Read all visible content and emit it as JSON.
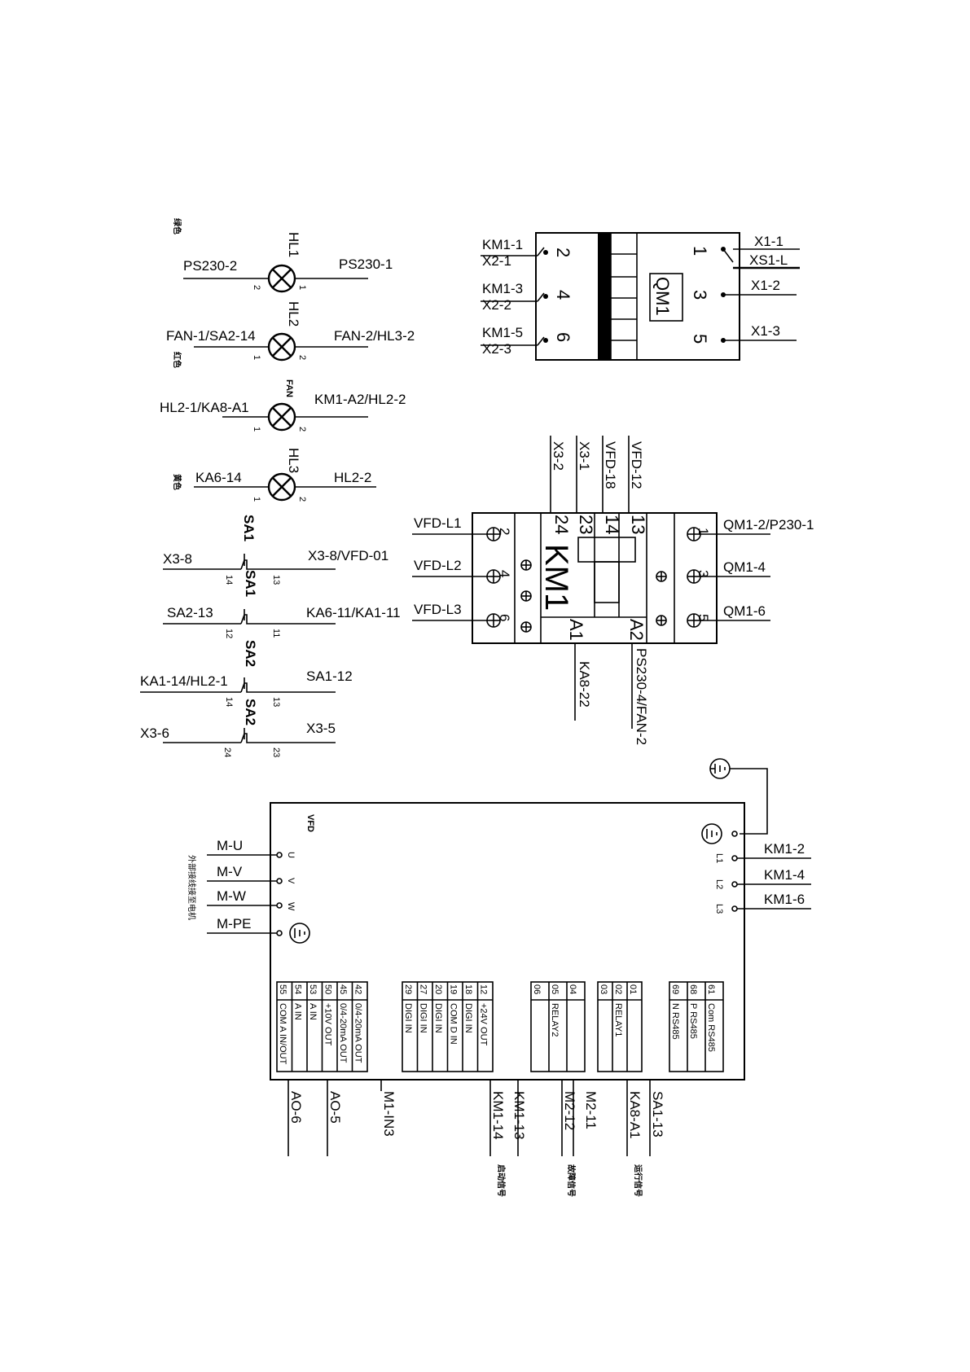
{
  "lamps": {
    "hl1": {
      "name": "HL1",
      "left": "PS230-2",
      "right": "PS230-1",
      "pin_l": "2",
      "pin_r": "1",
      "side": "绿色"
    },
    "hl2": {
      "name": "HL2",
      "left": "FAN-1/SA2-14",
      "right": "FAN-2/HL3-2",
      "pin_l": "1",
      "pin_r": "2",
      "side": "红色"
    },
    "fan": {
      "name": "FAN",
      "left": "HL2-1/KA8-A1",
      "right": "KM1-A2/HL2-2",
      "pin_l": "1",
      "pin_r": "2"
    },
    "hl3": {
      "name": "HL3",
      "left": "KA6-14",
      "right": "HL2-2",
      "pin_l": "1",
      "pin_r": "2",
      "side": "黄色"
    }
  },
  "switches": {
    "sa1_title": "SA1",
    "sa1a": {
      "name": "SA1",
      "left": "X3-8",
      "right": "X3-8/VFD-01",
      "pin_l": "14",
      "pin_r": "13"
    },
    "sa1b": {
      "name": "SA1",
      "left": "SA2-13",
      "right": "KA6-11/KA1-11",
      "pin_l": "12",
      "pin_r": "11"
    },
    "sa2_title": "SA2",
    "sa2a": {
      "name": "SA2",
      "left": "KA1-14/HL2-1",
      "right": "SA1-12",
      "pin_l": "14",
      "pin_r": "13"
    },
    "sa2b": {
      "name": "SA2",
      "left": "X3-6",
      "right": "X3-5",
      "pin_l": "24",
      "pin_r": "23"
    }
  },
  "qm1": {
    "name": "QM1",
    "left_pins": [
      "2",
      "4",
      "6"
    ],
    "right_pins": [
      "1",
      "3",
      "5"
    ],
    "left_labels": [
      [
        "KM1-1",
        "X2-1"
      ],
      [
        "KM1-3",
        "X2-2"
      ],
      [
        "KM1-5",
        "X2-3"
      ]
    ],
    "right_labels": [
      [
        "X1-1",
        "XS1-L"
      ],
      [
        "X1-2"
      ],
      [
        "X1-3"
      ]
    ]
  },
  "km1": {
    "name": "KM1",
    "top_wires": [
      "X3-2",
      "X3-1",
      "VFD-18",
      "VFD-12"
    ],
    "top_pins": [
      "24",
      "23",
      "14",
      "13"
    ],
    "left_wires": [
      "VFD-L1",
      "VFD-L2",
      "VFD-L3"
    ],
    "left_pins": [
      "2",
      "4",
      "6"
    ],
    "right_wires": [
      "QM1-2/P230-1",
      "QM1-4",
      "QM1-6"
    ],
    "right_pins": [
      "1",
      "3",
      "5"
    ],
    "a1": "A1",
    "a2": "A2",
    "bottom_wires": [
      "KA8-22",
      "PS230-4/FAN-2"
    ]
  },
  "vfd": {
    "name": "VFD",
    "motor_wires": [
      "M-U",
      "M-V",
      "M-W",
      "M-PE"
    ],
    "motor_terms": [
      "U",
      "V",
      "W"
    ],
    "motor_note": "外部接线接至电机",
    "line_wires": [
      "KM1-2",
      "KM1-4",
      "KM1-6"
    ],
    "line_terms": [
      "L1",
      "L2",
      "L3"
    ],
    "g1": {
      "nums": [
        "55",
        "54",
        "53",
        "50",
        "45",
        "42"
      ],
      "descs": [
        "COM A IN/OUT",
        "A IN",
        "A IN",
        "+10V OUT",
        "0/4-20mA OUT",
        "0/4-20mA OUT"
      ]
    },
    "g2": {
      "nums": [
        "29",
        "27",
        "20",
        "19",
        "18",
        "12"
      ],
      "descs": [
        "DIGI IN",
        "DIGI IN",
        "DIGI IN",
        "COM D IN",
        "DIGI IN",
        "+24V OUT"
      ]
    },
    "g3": {
      "nums": [
        "06",
        "05",
        "04"
      ],
      "descs": [
        "",
        "RELAY2",
        ""
      ]
    },
    "g4": {
      "nums": [
        "03",
        "02",
        "01"
      ],
      "descs": [
        "",
        "RELAY1",
        ""
      ]
    },
    "g5": {
      "nums": [
        "69",
        "68",
        "61"
      ],
      "descs": [
        "N RS485",
        "P RS485",
        "Com RS485"
      ]
    },
    "bottom_wires": [
      "AO-6",
      "AO-5",
      "M1-IN3",
      "KM1-14",
      "KM1-13",
      "M2-12",
      "M2-11",
      "KA8-A1",
      "SA1-13"
    ],
    "bottom_notes": [
      "启动信号",
      "故障信号",
      "运行信号"
    ]
  }
}
